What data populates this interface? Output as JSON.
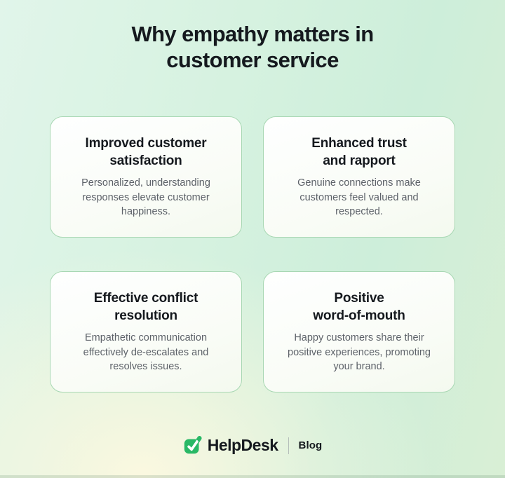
{
  "title": "Why empathy matters in\ncustomer service",
  "cards": [
    {
      "heading": "Improved customer\nsatisfaction",
      "body": "Personalized, understanding\nresponses elevate customer\nhappiness."
    },
    {
      "heading": "Enhanced trust\nand rapport",
      "body": "Genuine connections make\ncustomers feel valued and\nrespected."
    },
    {
      "heading": "Effective conflict\nresolution",
      "body": "Empathetic communication\neffectively de-escalates and\nresolves issues."
    },
    {
      "heading": "Positive\nword-of-mouth",
      "body": "Happy customers share their\npositive experiences, promoting\nyour brand."
    }
  ],
  "footer": {
    "brand": "HelpDesk",
    "suffix": "Blog",
    "icon": "check-badge-icon"
  },
  "colors": {
    "accent_green": "#29b866",
    "heading_color": "#15191e",
    "body_color": "#5d6269",
    "card_border": "#a8d7b3",
    "bg_mint": "#d6f2e0",
    "bg_cream": "#fbf8e0"
  }
}
